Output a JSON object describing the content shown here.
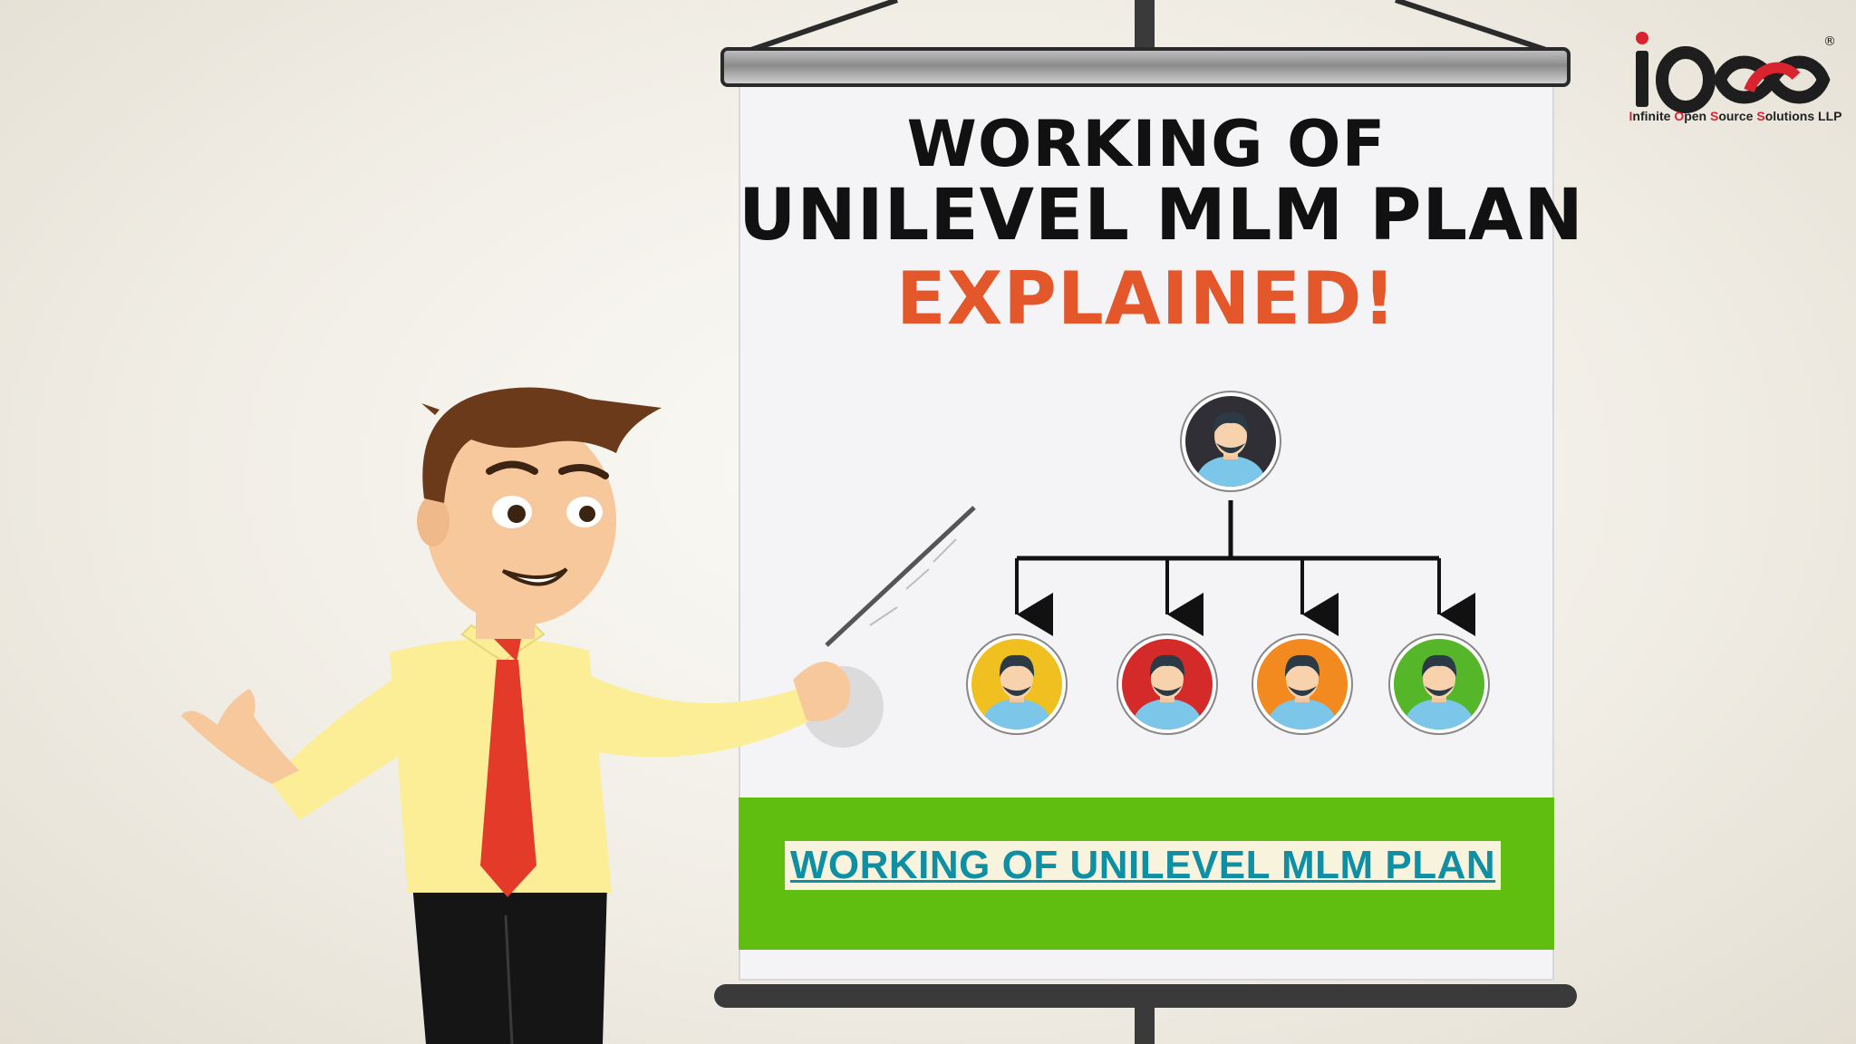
{
  "board": {
    "title_line1": "WORKING OF",
    "title_line2": "UNILEVEL MLM PLAN",
    "title_line3": "EXPLAINED!",
    "link_text": "WORKING OF UNILEVEL MLM PLAN"
  },
  "logo": {
    "wordmark": "ioo",
    "registered": "®",
    "tagline_parts": [
      "I",
      "nfinite ",
      "O",
      "pen ",
      "S",
      "ource ",
      "S",
      "olutions LLP"
    ]
  },
  "diagram": {
    "top_avatar_color": "#2f2f35",
    "child_avatar_colors": [
      "#f0c020",
      "#d42a2a",
      "#f28a20",
      "#56b62a"
    ]
  },
  "colors": {
    "accent_orange": "#e4572a",
    "green_band": "#5fbe0f",
    "link": "#0f8fa4"
  }
}
